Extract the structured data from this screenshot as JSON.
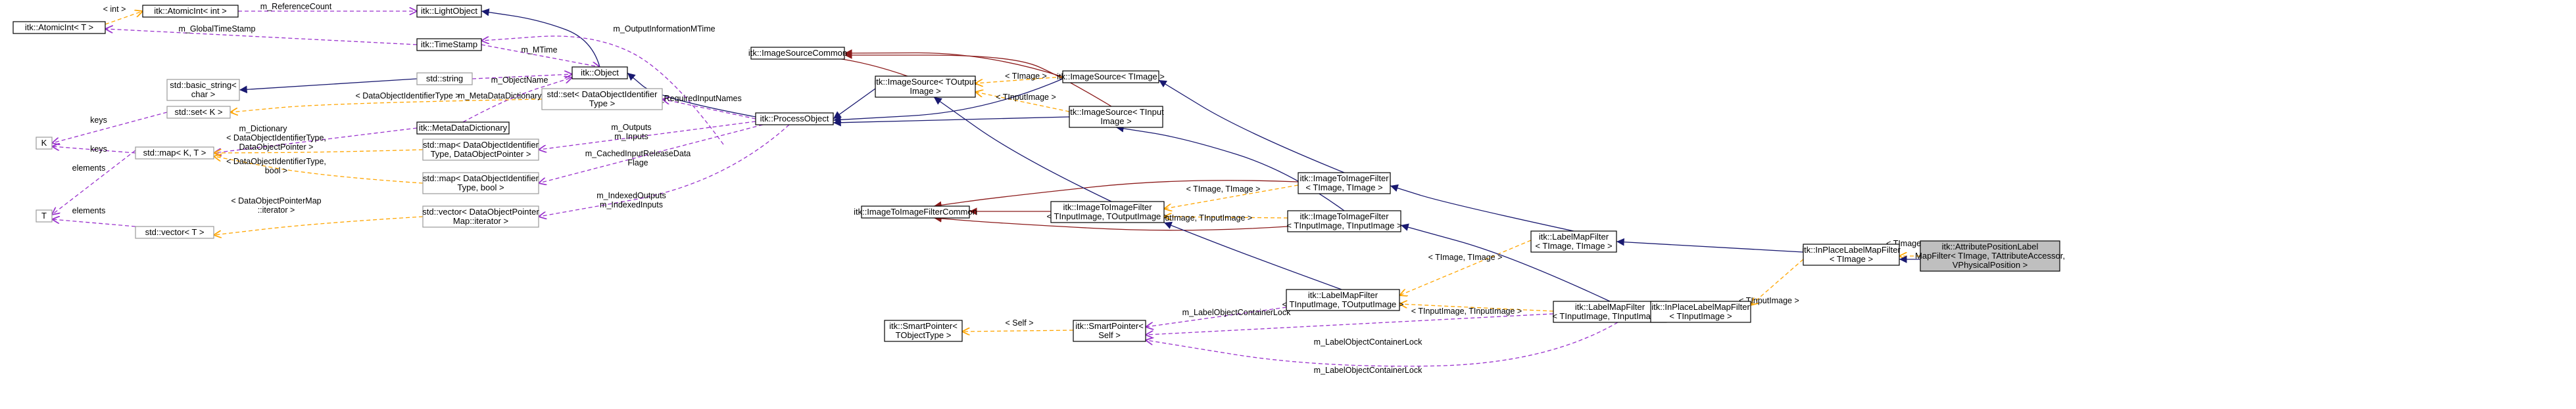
{
  "diagram": {
    "colors": {
      "inheritance": "#191970",
      "member": "#9a32cd",
      "template": "#ffa500",
      "protected": "#8b1a1a",
      "focus_fill": "#bfbfbf"
    },
    "nodes": [
      {
        "id": "atomicint_T",
        "lines": [
          "itk::AtomicInt< T >"
        ]
      },
      {
        "id": "atomicint_int",
        "lines": [
          "itk::AtomicInt< int >"
        ]
      },
      {
        "id": "lightobject",
        "lines": [
          "itk::LightObject"
        ]
      },
      {
        "id": "timestamp",
        "lines": [
          "itk::TimeStamp"
        ]
      },
      {
        "id": "basic_string",
        "lines": [
          "std::basic_string<",
          "char >"
        ]
      },
      {
        "id": "std_string",
        "lines": [
          "std::string"
        ]
      },
      {
        "id": "object",
        "lines": [
          "itk::Object"
        ]
      },
      {
        "id": "metadatadict",
        "lines": [
          "itk::MetaDataDictionary"
        ]
      },
      {
        "id": "set_K",
        "lines": [
          "std::set< K >"
        ]
      },
      {
        "id": "K",
        "lines": [
          "K"
        ]
      },
      {
        "id": "map_KT",
        "lines": [
          "std::map< K, T >"
        ]
      },
      {
        "id": "T",
        "lines": [
          "T"
        ]
      },
      {
        "id": "vector_T",
        "lines": [
          "std::vector< T >"
        ]
      },
      {
        "id": "set_dataobjid",
        "lines": [
          "std::set< DataObjectIdentifier",
          "Type >"
        ]
      },
      {
        "id": "map_dataobjptr",
        "lines": [
          "std::map< DataObjectIdentifier",
          "Type, DataObjectPointer >"
        ]
      },
      {
        "id": "map_bool",
        "lines": [
          "std::map< DataObjectIdentifier",
          "Type, bool >"
        ]
      },
      {
        "id": "vector_iter",
        "lines": [
          "std::vector< DataObjectPointer",
          "Map::iterator >"
        ]
      },
      {
        "id": "imagesourcecommon",
        "lines": [
          "itk::ImageSourceCommon"
        ]
      },
      {
        "id": "imagesource_tout",
        "lines": [
          "itk::ImageSource< TOutput",
          "Image >"
        ]
      },
      {
        "id": "processobject",
        "lines": [
          "itk::ProcessObject"
        ]
      },
      {
        "id": "imagesource_timage",
        "lines": [
          "itk::ImageSource< TImage >"
        ]
      },
      {
        "id": "imagesource_tinput",
        "lines": [
          "itk::ImageSource< TInput",
          "Image >"
        ]
      },
      {
        "id": "i2ifcommon",
        "lines": [
          "itk::ImageToImageFilterCommon"
        ]
      },
      {
        "id": "i2if_tin_tout",
        "lines": [
          "itk::ImageToImageFilter",
          "< TInputImage, TOutputImage >"
        ]
      },
      {
        "id": "i2if_timage",
        "lines": [
          "itk::ImageToImageFilter",
          "< TImage, TImage >"
        ]
      },
      {
        "id": "i2if_tin_tin",
        "lines": [
          "itk::ImageToImageFilter",
          "< TInputImage, TInputImage >"
        ]
      },
      {
        "id": "smartptr_tobj",
        "lines": [
          "itk::SmartPointer<",
          "TObjectType >"
        ]
      },
      {
        "id": "smartptr_self",
        "lines": [
          "itk::SmartPointer<",
          "Self >"
        ]
      },
      {
        "id": "lmf_tin_tout",
        "lines": [
          "itk::LabelMapFilter",
          "< TInputImage, TOutputImage >"
        ]
      },
      {
        "id": "lmf_timage",
        "lines": [
          "itk::LabelMapFilter",
          "< TImage, TImage >"
        ]
      },
      {
        "id": "lmf_tin_tin",
        "lines": [
          "itk::LabelMapFilter",
          "< TInputImage, TInputImage >"
        ]
      },
      {
        "id": "inplace_tin",
        "lines": [
          "itk::InPlaceLabelMapFilter",
          "< TInputImage >"
        ]
      },
      {
        "id": "inplace_timage",
        "lines": [
          "itk::InPlaceLabelMapFilter",
          "< TImage >"
        ]
      },
      {
        "id": "attrposlabelmapfilter",
        "lines": [
          "itk::AttributePositionLabel",
          "MapFilter< TImage, TAttributeAccessor,",
          "VPhysicalPosition >"
        ]
      }
    ],
    "edge_labels": [
      {
        "id": "int",
        "lines": [
          "< int >"
        ]
      },
      {
        "id": "reference_count",
        "lines": [
          "m_ReferenceCount"
        ]
      },
      {
        "id": "global_time_stamp",
        "lines": [
          "m_GlobalTimeStamp"
        ]
      },
      {
        "id": "output_info_mtime",
        "lines": [
          "m_OutputInformationMTime"
        ]
      },
      {
        "id": "mtime",
        "lines": [
          "m_MTime"
        ]
      },
      {
        "id": "object_name",
        "lines": [
          "m_ObjectName"
        ]
      },
      {
        "id": "metadata_dictionary",
        "lines": [
          "m_MetaDataDictionary"
        ]
      },
      {
        "id": "dataobj_id_type",
        "lines": [
          "< DataObjectIdentifierType >"
        ]
      },
      {
        "id": "keys_1",
        "lines": [
          "keys"
        ]
      },
      {
        "id": "keys_2",
        "lines": [
          "keys"
        ]
      },
      {
        "id": "dictionary",
        "lines": [
          "m_Dictionary"
        ]
      },
      {
        "id": "elements_1",
        "lines": [
          "elements"
        ]
      },
      {
        "id": "elements_2",
        "lines": [
          "elements"
        ]
      },
      {
        "id": "dataobj_ptr_args",
        "lines": [
          "< DataObjectIdentifierType,",
          "DataObjectPointer >"
        ]
      },
      {
        "id": "dataobj_bool_args",
        "lines": [
          "< DataObjectIdentifierType,",
          "bool >"
        ]
      },
      {
        "id": "dataobj_iter_args",
        "lines": [
          "< DataObjectPointerMap",
          "::iterator >"
        ]
      },
      {
        "id": "required_input_names",
        "lines": [
          "m_RequiredInputNames"
        ]
      },
      {
        "id": "outputs_inputs",
        "lines": [
          "m_Outputs",
          "m_Inputs"
        ]
      },
      {
        "id": "cached_input_release",
        "lines": [
          "m_CachedInputReleaseData",
          "Flage"
        ]
      },
      {
        "id": "indexed_outputs_inputs",
        "lines": [
          "m_IndexedOutputs",
          "m_IndexedInputs"
        ]
      },
      {
        "id": "timage_1",
        "lines": [
          "< TImage >"
        ]
      },
      {
        "id": "tinputimage",
        "lines": [
          "< TInputImage >"
        ]
      },
      {
        "id": "timage_timage_1",
        "lines": [
          "< TImage, TImage >"
        ]
      },
      {
        "id": "tin_tin_1",
        "lines": [
          "< TInputImage, TInputImage >"
        ]
      },
      {
        "id": "timage_timage_2",
        "lines": [
          "< TImage, TImage >"
        ]
      },
      {
        "id": "tin_tin_2",
        "lines": [
          "< TInputImage, TInputImage >"
        ]
      },
      {
        "id": "label_object_container_lock_1",
        "lines": [
          "m_LabelObjectContainerLock"
        ]
      },
      {
        "id": "self",
        "lines": [
          "< Self >"
        ]
      },
      {
        "id": "label_object_container_lock_2",
        "lines": [
          "m_LabelObjectContainerLock"
        ]
      },
      {
        "id": "label_object_container_lock_3",
        "lines": [
          "m_LabelObjectContainerLock"
        ]
      },
      {
        "id": "tinputimage_2",
        "lines": [
          "< TInputImage >"
        ]
      },
      {
        "id": "timage_2",
        "lines": [
          "< TImage >"
        ]
      }
    ]
  }
}
